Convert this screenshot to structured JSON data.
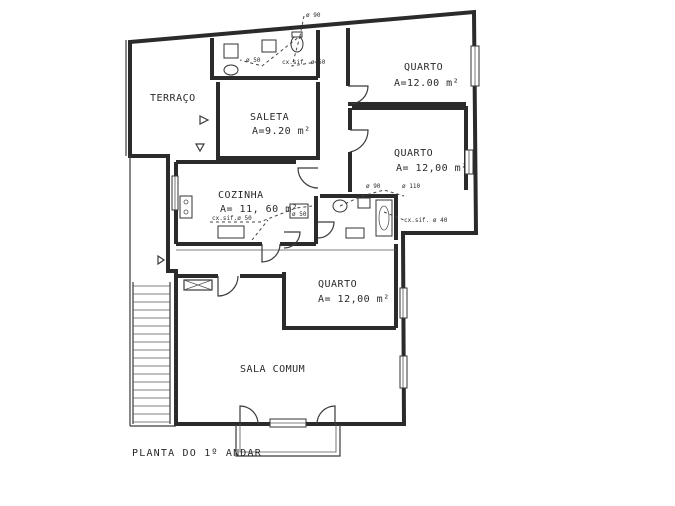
{
  "rooms": {
    "terraco": "TERRAÇO",
    "saleta": {
      "name": "SALETA",
      "area": "A=9.20 m²"
    },
    "quarto_top": {
      "name": "QUARTO",
      "area": "A=12.00 m²"
    },
    "quarto_mid": {
      "name": "QUARTO",
      "area": "A= 12,00 m²"
    },
    "cozinha": {
      "name": "COZINHA",
      "area": "A= 11, 60 m²"
    },
    "quarto_bottom": {
      "name": "QUARTO",
      "area": "A= 12,00 m²"
    },
    "sala": "SALA COMUM"
  },
  "annotations": {
    "pipe_90_top": "ø 90",
    "pipe_50_top": "ø 50",
    "vent_top": "cx.sif. ø 50",
    "vent_kitchen": "cx.sif.ø 50",
    "pipe_50_kitchen": "ø 50",
    "pipe_90_bath": "ø 90",
    "pipe_110_bath": "ø 110",
    "vent_bath": "cx.sif. ø 40"
  },
  "caption": "PLANTA DO 1º ANDAR"
}
